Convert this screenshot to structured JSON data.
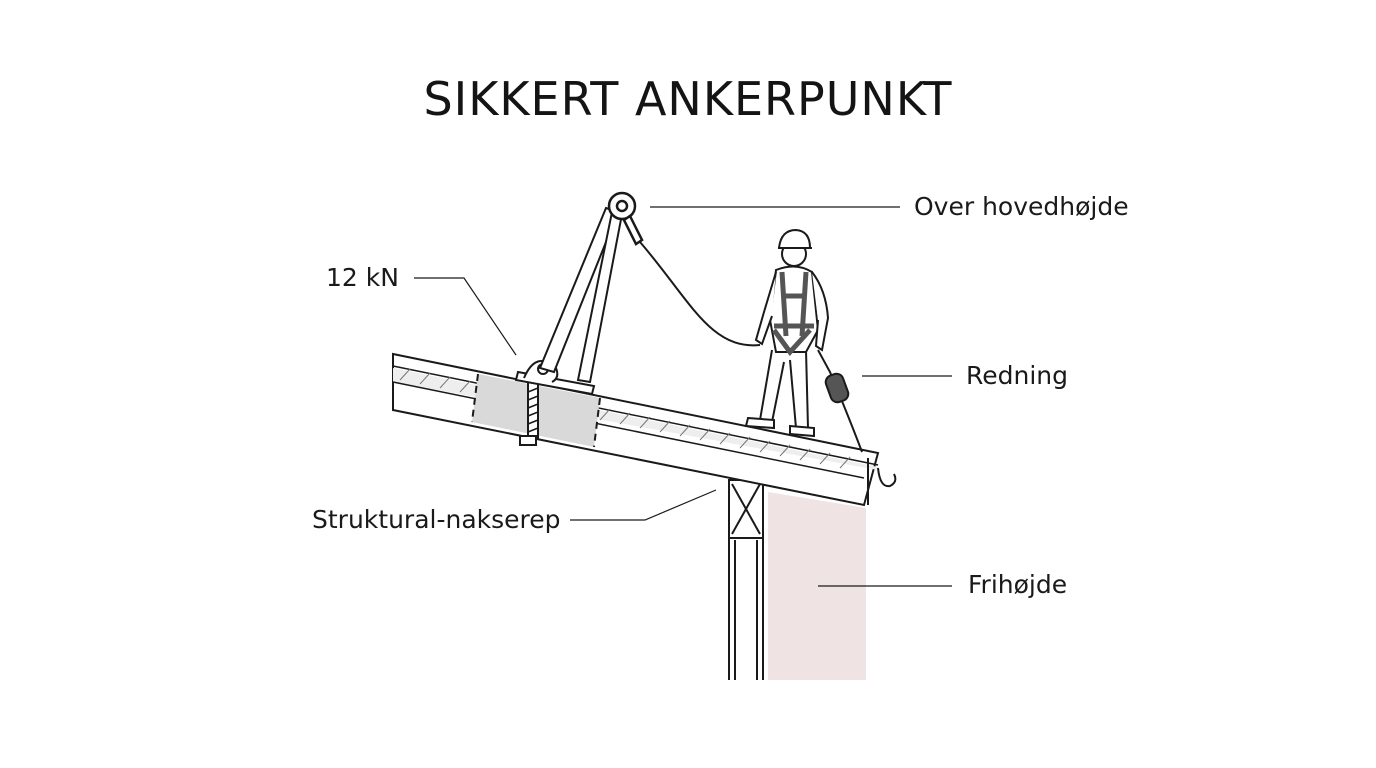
{
  "title": "SIKKERT ANKERPUNKT",
  "labels": {
    "overhead": "Over hovedhøjde",
    "load": "12 kN",
    "rescue": "Redning",
    "structural": "Struktural-nakserep",
    "clearance": "Frihøjde"
  },
  "colors": {
    "ink": "#1a1a1a",
    "structure_fill": "#d9d9d9",
    "clearance_fill": "#efe3e3",
    "harness": "#555555"
  }
}
